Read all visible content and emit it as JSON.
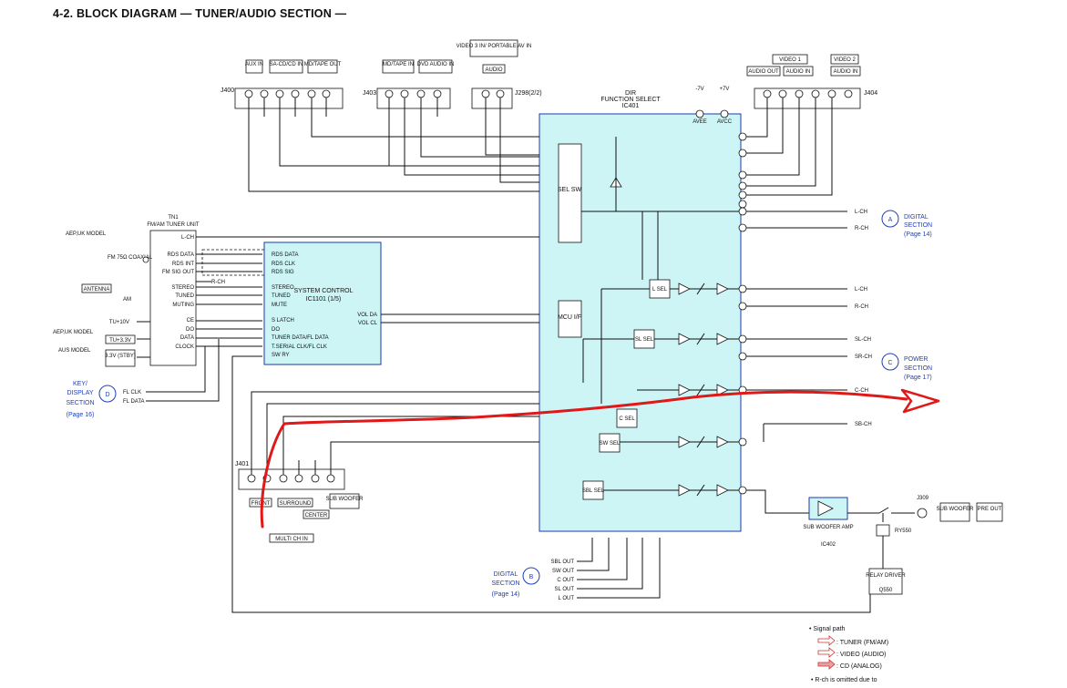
{
  "title": "4-2. BLOCK DIAGRAM — TUNER/AUDIO SECTION —",
  "inputs": {
    "aux": "AUX IN",
    "sacd": "SA-CD/CD IN",
    "mdtape_out": "MD/TAPE OUT",
    "mdtape_in": "MD/TAPE IN",
    "dvd": "DVD AUDIO IN",
    "video3": "VIDEO 3 IN/ PORTABLE AV IN",
    "video3_audio": "AUDIO",
    "video1": "VIDEO 1",
    "video2": "VIDEO 2",
    "audio_out": "AUDIO OUT",
    "audio_in1": "AUDIO IN",
    "audio_in2": "AUDIO IN"
  },
  "jacks": {
    "j400": "J400",
    "j403": "J403",
    "j298": "J298(2/2)",
    "j404": "J404",
    "j401": "J401",
    "j309": "J309"
  },
  "dir": {
    "line1": "DIR",
    "line2": "FUNCTION SELECT",
    "line3": "IC401"
  },
  "supply": {
    "avee": "AVEE",
    "avcc": "AVCC",
    "minus7": "-7V",
    "plus7": "+7V"
  },
  "tuner": {
    "line1": "TN1",
    "line2": "FM/AM TUNER UNIT",
    "model": "AEP,UK MODEL",
    "fm": "FM 75Ω COAXIAL",
    "antenna": "ANTENNA",
    "am": "AM",
    "pins": [
      "L-CH",
      "RDS DATA",
      "RDS INT",
      "FM SIG OUT",
      "R-CH",
      "STEREO",
      "TUNED",
      "MUTING",
      "CE",
      "DO",
      "DATA",
      "CLOCK",
      "TU+10V"
    ],
    "tu33": "TU+3.3V",
    "v33": "3.3V (STBY)",
    "aep_model": "AEP,UK MODEL",
    "aus_model": "AUS MODEL"
  },
  "syscon": {
    "title": "SYSTEM CONTROL",
    "ic": "IC1101 (1/5)",
    "pins": [
      "RDS DATA",
      "RDS CLK",
      "RDS SIG",
      "STEREO",
      "TUNED",
      "MUTE",
      "S LATCH",
      "DO",
      "TUNER DATA/FL DATA",
      "T.SERIAL CLK/FL CLK",
      "SW RY"
    ],
    "vol_da": "VOL DA",
    "vol_cl": "VOL CL"
  },
  "blocks": {
    "sel_sw": "SEL SW",
    "mcu": "MCU I/F",
    "l_sel": "L SEL",
    "sl_sel": "SL SEL",
    "c_sel": "C SEL",
    "sw_sel": "SW SEL",
    "sbl_sel": "SBL SEL",
    "sub_amp": "SUB WOOFER AMP",
    "ic402": "IC402",
    "sub_woofer": "SUB WOOFER",
    "pre_out": "PRE OUT",
    "relay": "RELAY DRIVER",
    "q550": "Q550",
    "ry": "RY550"
  },
  "right_labels": {
    "lch": "L-CH",
    "rch": "R-CH",
    "lch2": "L-CH",
    "rch2": "R-CH",
    "slch": "SL-CH",
    "srch": "SR-CH",
    "cch": "C-CH",
    "sbch": "SB-CH"
  },
  "sections": {
    "a": {
      "letter": "A",
      "line1": "DIGITAL",
      "line2": "SECTION",
      "page": "(Page 14)"
    },
    "b": {
      "letter": "B",
      "line1": "DIGITAL",
      "line2": "SECTION",
      "page": "(Page 14)"
    },
    "c": {
      "letter": "C",
      "line1": "POWER",
      "line2": "SECTION",
      "page": "(Page 17)"
    },
    "d": {
      "letter": "D",
      "line1": "KEY/",
      "line2": "DISPLAY",
      "line3": "SECTION",
      "page": "(Page 16)"
    }
  },
  "fl": {
    "clk": "FL CLK",
    "data": "FL DATA"
  },
  "multi": {
    "front": "FRONT",
    "surround": "SURROUND",
    "center": "CENTER",
    "sub": "SUB WOOFER",
    "multich": "MULTI CH IN"
  },
  "digital_out": [
    "SBL OUT",
    "SW OUT",
    "C OUT",
    "SL OUT",
    "L OUT"
  ],
  "legend": {
    "heading": "• Signal path",
    "tuner": ": TUNER (FM/AM)",
    "video": ": VIDEO (AUDIO)",
    "cd": ": CD (ANALOG)",
    "note": "• R-ch is omitted due to"
  },
  "colors": {
    "ic_fill": "#cdf5f6",
    "ic_stroke": "#1a3aa8",
    "annotation": "#e01818",
    "section": "#1f3fb8"
  }
}
